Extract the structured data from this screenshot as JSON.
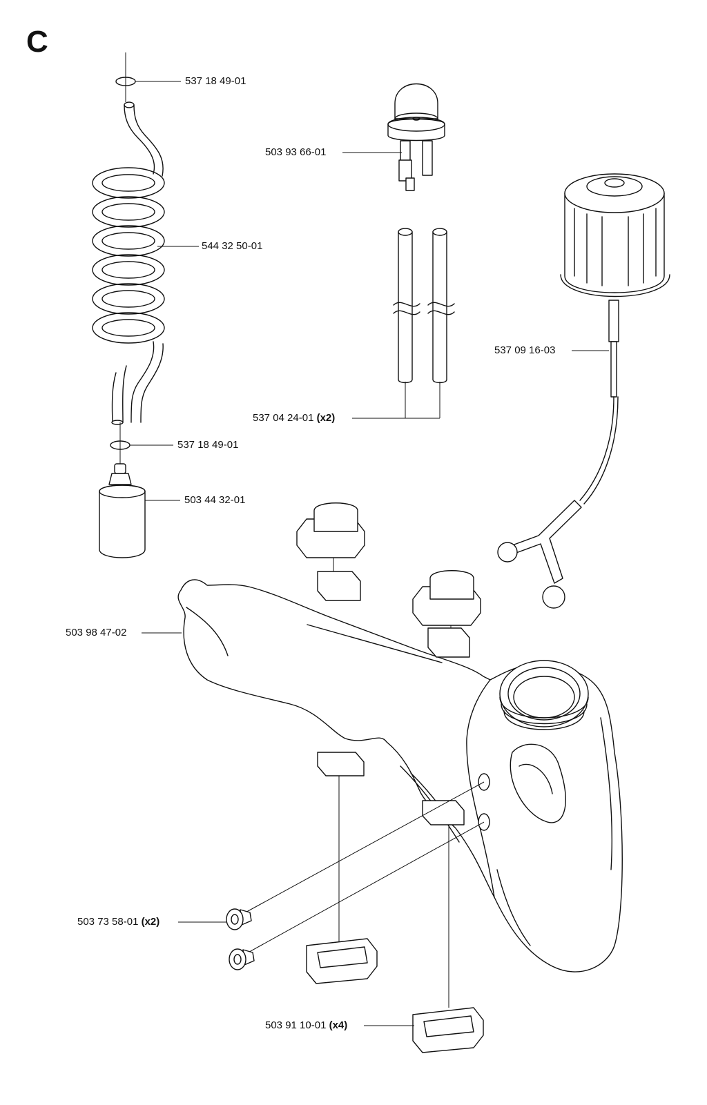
{
  "section_letter": "C",
  "parts": [
    {
      "number": "537 18 49-01",
      "qty": ""
    },
    {
      "number": "503 93 66-01",
      "qty": ""
    },
    {
      "number": "544 32 50-01",
      "qty": ""
    },
    {
      "number": "537 09 16-03",
      "qty": ""
    },
    {
      "number": "537 04 24-01",
      "qty": "(x2)"
    },
    {
      "number": "537 18 49-01",
      "qty": ""
    },
    {
      "number": "503 44 32-01",
      "qty": ""
    },
    {
      "number": "503 98 47-02",
      "qty": ""
    },
    {
      "number": "503 73 58-01",
      "qty": "(x2)"
    },
    {
      "number": "503 91 10-01",
      "qty": "(x4)"
    }
  ],
  "icons": [
    "o-ring",
    "primer-bulb",
    "fuel-hose-coil",
    "fuel-cap-with-strap",
    "fuel-pipes",
    "fuel-filter",
    "fuel-tank",
    "rubber-plug",
    "rubber-damper"
  ]
}
